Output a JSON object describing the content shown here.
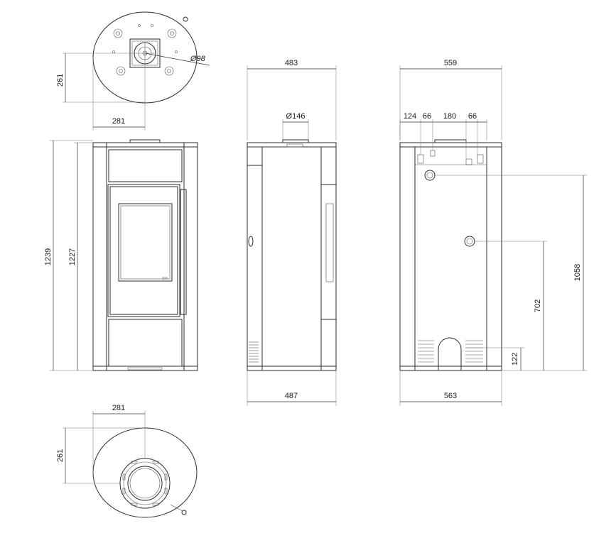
{
  "top_view": {
    "dia_label": "Ø98",
    "dim_261": "261",
    "dim_281": "281"
  },
  "front_view": {
    "dim_1239": "1239",
    "dim_1227": "1227"
  },
  "side_view": {
    "dim_483": "483",
    "dim_146": "Ø146",
    "dim_487": "487"
  },
  "back_view": {
    "dim_559": "559",
    "dim_124": "124",
    "dim_66a": "66",
    "dim_180": "180",
    "dim_66b": "66",
    "dim_1058": "1058",
    "dim_702": "702",
    "dim_122": "122",
    "dim_563": "563"
  },
  "bottom_view": {
    "dim_281": "281",
    "dim_261": "261"
  },
  "colors": {
    "line": "#2b2b2b",
    "background": "#ffffff"
  }
}
